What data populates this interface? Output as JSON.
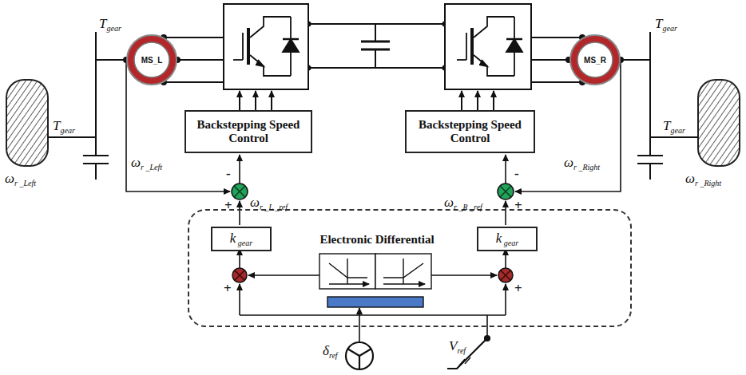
{
  "diagram": {
    "nodes": [
      {
        "text": [
          "MS_L"
        ]
      },
      {
        "text": [
          "MS_R"
        ]
      },
      {
        "text": [
          "Backstepping Speed Control"
        ]
      },
      {
        "text": [
          "Backstepping Speed Control"
        ]
      },
      {
        "text": [
          "Electronic Differential"
        ]
      },
      {
        "text": [
          "k gear"
        ],
        "in": 4
      },
      {
        "text": [
          "k gear"
        ],
        "in": 4
      }
    ],
    "labels": [
      "Tgear",
      "Tgear",
      "ωr _Left",
      "ωr _Left",
      "-",
      "+",
      "ωr _L _ref",
      "Tgear",
      "Tgear",
      "ωr _Right",
      "ωr _Right",
      "-",
      "+",
      "ωr _R _ref",
      "+",
      "+",
      "δref",
      "Vref"
    ]
  }
}
